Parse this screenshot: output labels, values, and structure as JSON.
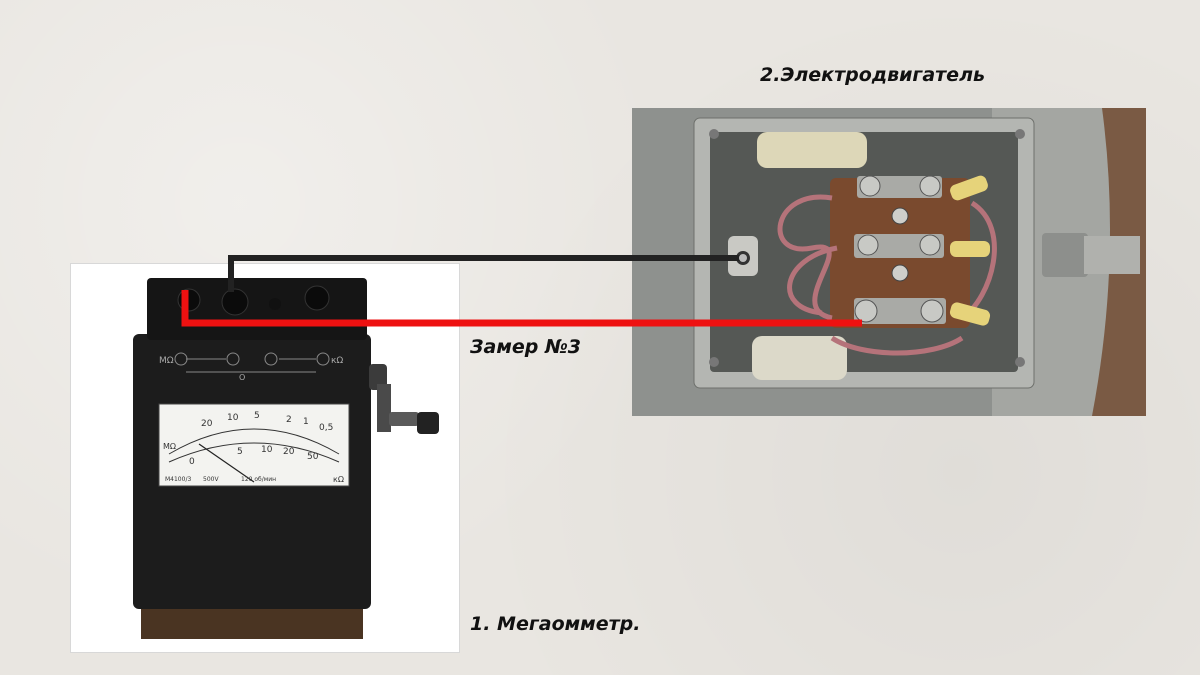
{
  "labels": {
    "motor_title": "2.Электродвигатель",
    "measurement": "Замер №3",
    "meter": "1. Мегаомметр."
  },
  "megohmmeter": {
    "terminal_labels": [
      "МΩ",
      "О",
      "кΩ"
    ],
    "scale_top": [
      "20",
      "10",
      "5",
      "2",
      "1",
      "0,5"
    ],
    "scale_bottom": [
      "0",
      "5",
      "10",
      "20",
      "50"
    ],
    "model_text": "М4100/3",
    "voltage_text": "500V",
    "rpm_text": "120 об/мин",
    "scale_units": "МΩ",
    "scale_units_right": "кΩ"
  },
  "wires": {
    "black_color": "#222222",
    "red_color": "#ee1111"
  },
  "colors": {
    "background": "#e9e6e1",
    "meter_body": "#1c1c1c",
    "motor_housing": "#9a9c99",
    "copper_wire": "#b5737a",
    "terminal_block": "#7a4a2e"
  }
}
